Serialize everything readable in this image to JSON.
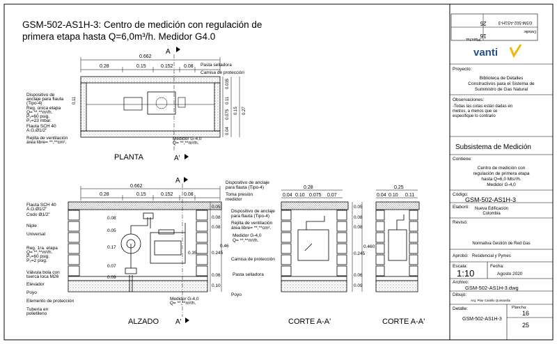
{
  "title_line1": "GSM-502-AS1H-3: Centro de medición con regulación de",
  "title_line2": "primera etapa hasta Q=6,0m³/h.  Medidor G4.0",
  "views": {
    "planta": "PLANTA",
    "alzado": "ALZADO",
    "corte1": "CORTE A-A'",
    "corte2": "CORTE A-A'",
    "section_a": "A",
    "section_a_prime": "A'"
  },
  "planta": {
    "dim_total": "0.662",
    "dims_top": [
      "0.28",
      "0.15",
      "0.152",
      "0.08"
    ],
    "dims_right": [
      "0.035",
      "0.11",
      "0.075",
      "0.04",
      "0.15",
      "0.27"
    ],
    "dim_left": "0.11",
    "labels": {
      "pasta_selladora": "Pasta selladora",
      "camisa": "Camisa de protección",
      "dispositivo": [
        "Dispositivo de",
        "anclaje para flauta",
        "(Tipo-4)"
      ],
      "reg_unica": [
        "Reg. única etapa",
        "Q= **,**m³/h.",
        "P₁=60 psig.",
        "P₂=23 mbar."
      ],
      "flauta": [
        "Flauta SCH 40",
        "A.G.Ø1/2\""
      ],
      "rejilla": [
        "Rejilla de ventilación",
        "área libre=   **,**cm²."
      ],
      "medidor": [
        "Medidor G-4,0",
        "Q= **,**m³/h."
      ]
    }
  },
  "alzado": {
    "dim_total": "0.662",
    "dims_top": [
      "0.28",
      "0.15",
      "0.152",
      "0.08"
    ],
    "dims_left": [
      "0.08",
      "0.05",
      "0.17",
      "0.07",
      "0.09"
    ],
    "dims_right": [
      "0.05",
      "0.08",
      "0.08",
      "0.35",
      "0.245",
      "0.06",
      "0.10"
    ],
    "dim_046": "0.46",
    "labels": {
      "toma_presion": [
        "Toma presión",
        "medidor"
      ],
      "dispositivo_top": [
        "Dispositivo de anclaje",
        "para flauta (Tipo-4)"
      ],
      "flauta": [
        "Flauta SCH 40",
        "A.G.Ø1/2\""
      ],
      "codo": "Codo Ø1/2\"",
      "niple": "Niple",
      "universal": "Universal",
      "reg_tra": [
        "Reg. 1ra. etapa",
        "Q= **,**m³/h.",
        "P₁=60 psig.",
        "P₂=2 psig."
      ],
      "valvula": [
        "Válvula bola con",
        "tuerca loca M26"
      ],
      "elevador": "Elevador",
      "poyo": "Poyo",
      "elemento": "Elemento de protección",
      "tuberia": [
        "Tubería en",
        "polietileno"
      ],
      "dispositivo_mid": [
        "Dispositivo de anclaje",
        "para flauta (Tipo-4)"
      ],
      "rejilla": [
        "Rejilla de ventilación",
        "área libre=   **,**cm²."
      ],
      "medidor": [
        "Medidor G-4,0",
        "Q= **,**m³/h."
      ],
      "camisa": "Camisa de protección",
      "pasta": "Pasta selladora",
      "poyo2": "Poyo",
      "medidor_bottom": [
        "Medidor G-4,0",
        "Q= **,**m³/h."
      ]
    }
  },
  "corte1": {
    "dim_total": "0.28",
    "dims_top": [
      "0.04",
      "0.10",
      "0.075",
      "0.07"
    ],
    "dims_right": [
      "0.05",
      "0.08",
      "0.08",
      "0.460",
      "0.245",
      "0.06",
      "0.09"
    ]
  },
  "corte2": {
    "dim_total": "0.25",
    "dims_top": [
      "0.04",
      "0.10",
      "0.11"
    ]
  },
  "title_block": {
    "detalle_label": "Detalle:",
    "detalle_value": "GSM-502-AS1H-3",
    "plancha_label": "Plancha:",
    "plancha_value": "16",
    "plancha_total": "25",
    "brand": "vanti",
    "proyecto_label": "Proyecto:",
    "proyecto_value": [
      "Biblioteca de Detalles",
      "Constructivos para el Sistema de",
      "Suministro de Gas Natural"
    ],
    "obs_label": "Observaciones:",
    "obs_value": [
      "-Todas las cotas están dadas en",
      "metros, a menos que se",
      "especifique lo contrario"
    ],
    "subsistema": "Subsistema de Medición",
    "contiene_label": "Contiene:",
    "contiene_value": [
      "Centro de medición con",
      "regulación de primera etapa",
      "hasta Q=6,0 Mts³/h.",
      "Medidor G-4,0"
    ],
    "codigo_label": "Código:",
    "codigo_value": "GSM-502-AS1H-3",
    "elaboro_label": "Elaboró:",
    "elaboro_value": [
      "Nueva Edificación",
      "Colombia"
    ],
    "reviso_label": "Revisó:",
    "reviso_value": "Normativa Gestión de Red Gas",
    "aprobo_label": "Aprobó:",
    "aprobo_value": "Residencial y Pymes",
    "escala_label": "Escala:",
    "escala_value": "1:10",
    "fecha_label": "Fecha:",
    "fecha_value": "Agosto 2020",
    "archivo_label": "Archivo:",
    "archivo_value": "GSM-502-AS1H-3.dwg",
    "dibujo_label": "Dibujó:",
    "dibujo_value": "Arq. Pilar Castillo Quintanilla",
    "detalle2_label": "Detalle:",
    "detalle2_value": "GSM-502-AS1H-3",
    "plancha2_label": "Plancha:",
    "plancha2_value": "16",
    "plancha2_total": "25"
  },
  "colors": {
    "line": "#000000",
    "brand_blue": "#1f4e8c",
    "brand_yellow": "#f2b705",
    "hatch": "#555555"
  }
}
